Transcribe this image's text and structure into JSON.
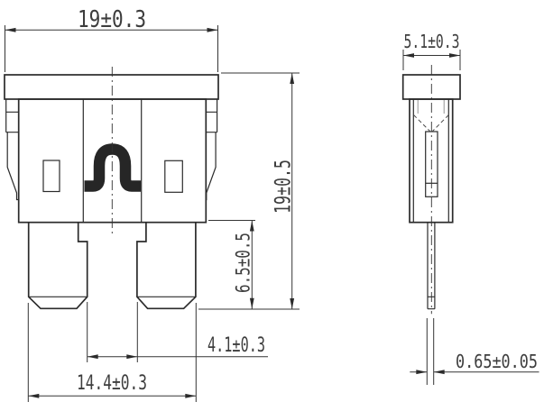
{
  "drawing": {
    "type": "technical-dimension-drawing",
    "subject": "automotive blade fuse, front and side orthographic views",
    "background_color": "#ffffff",
    "line_color": "#2b2b2b",
    "text_color": "#3d3d3d",
    "light_line_color": "#b3b3b3",
    "dimensions": {
      "cap_width": {
        "label": "19±0.3",
        "value": 19,
        "tolerance": 0.3,
        "view": "front",
        "location": "top"
      },
      "overall_height": {
        "label": "19±0.5",
        "value": 19,
        "tolerance": 0.5,
        "view": "front",
        "location": "right-vertical"
      },
      "blade_protrusion": {
        "label": "6.5±0.5",
        "value": 6.5,
        "tolerance": 0.5,
        "view": "front",
        "location": "right-vertical-inner"
      },
      "blade_gap": {
        "label": "4.1±0.3",
        "value": 4.1,
        "tolerance": 0.3,
        "view": "front",
        "location": "below-blades"
      },
      "blade_span": {
        "label": "14.4±0.3",
        "value": 14.4,
        "tolerance": 0.3,
        "view": "front",
        "location": "bottom"
      },
      "side_width": {
        "label": "5.1±0.3",
        "value": 5.1,
        "tolerance": 0.3,
        "view": "side",
        "location": "top"
      },
      "blade_thickness": {
        "label": "0.65±0.05",
        "value": 0.65,
        "tolerance": 0.05,
        "view": "side",
        "location": "bottom"
      }
    }
  }
}
